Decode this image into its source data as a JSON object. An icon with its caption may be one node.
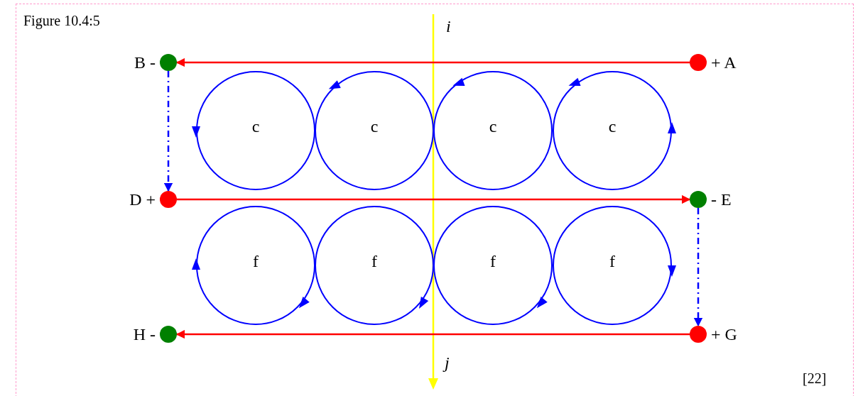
{
  "diagram": {
    "title": "Figure 10.4:5",
    "nodes": [
      {
        "text": [
          "B -"
        ]
      },
      {
        "text": [
          "+ A"
        ]
      },
      {
        "text": [
          "c"
        ]
      },
      {
        "text": [
          "c"
        ]
      },
      {
        "text": [
          "c"
        ]
      },
      {
        "text": [
          "c"
        ]
      },
      {
        "text": [
          "D +"
        ]
      },
      {
        "text": [
          "- E"
        ]
      },
      {
        "text": [
          "f"
        ]
      },
      {
        "text": [
          "f"
        ]
      },
      {
        "text": [
          "f"
        ]
      },
      {
        "text": [
          "f"
        ]
      },
      {
        "text": [
          "H -"
        ]
      },
      {
        "text": [
          "+ G"
        ]
      }
    ],
    "edges": [
      {
        "from": 1,
        "to": 0,
        "arrow": "to"
      },
      {
        "from": 0,
        "to": 6,
        "arrow": "to",
        "style": "dashed",
        "color": "#0000ff"
      },
      {
        "from": 6,
        "to": 7,
        "arrow": "to"
      },
      {
        "from": 7,
        "to": 13,
        "arrow": "to",
        "style": "dashed",
        "color": "#0000ff"
      },
      {
        "from": 13,
        "to": 12,
        "arrow": "to"
      }
    ],
    "labels": [
      "i",
      "j",
      "[22]"
    ]
  }
}
